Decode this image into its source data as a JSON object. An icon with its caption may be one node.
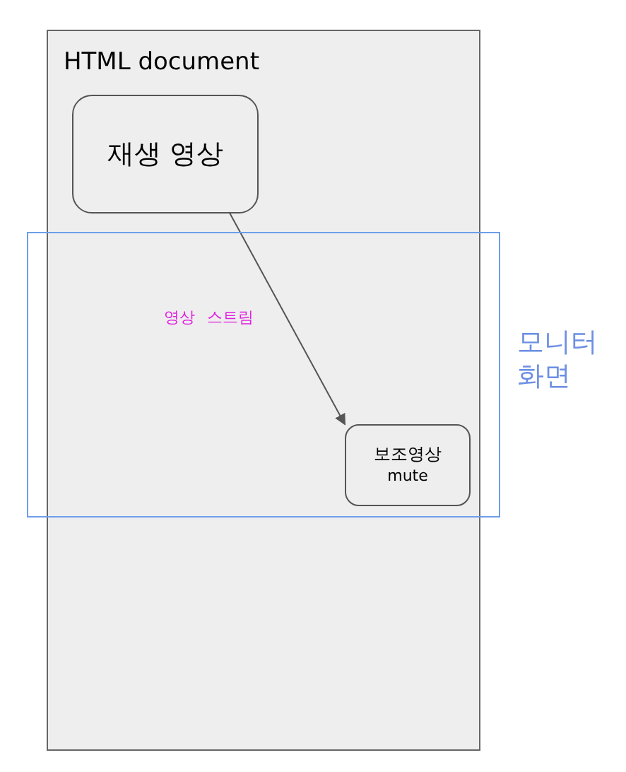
{
  "diagram": {
    "nodes": [
      {
        "text": [
          "HTML document"
        ]
      },
      {
        "text": [
          "재생 영상"
        ],
        "in": 0
      },
      {
        "text": [
          "모니터 화면"
        ]
      },
      {
        "text": [
          "보조영상",
          "mute"
        ],
        "in": 2
      }
    ],
    "edges": [
      {
        "from": 1,
        "to": 3,
        "arrow": "to",
        "label": "영상 스트림"
      }
    ]
  }
}
